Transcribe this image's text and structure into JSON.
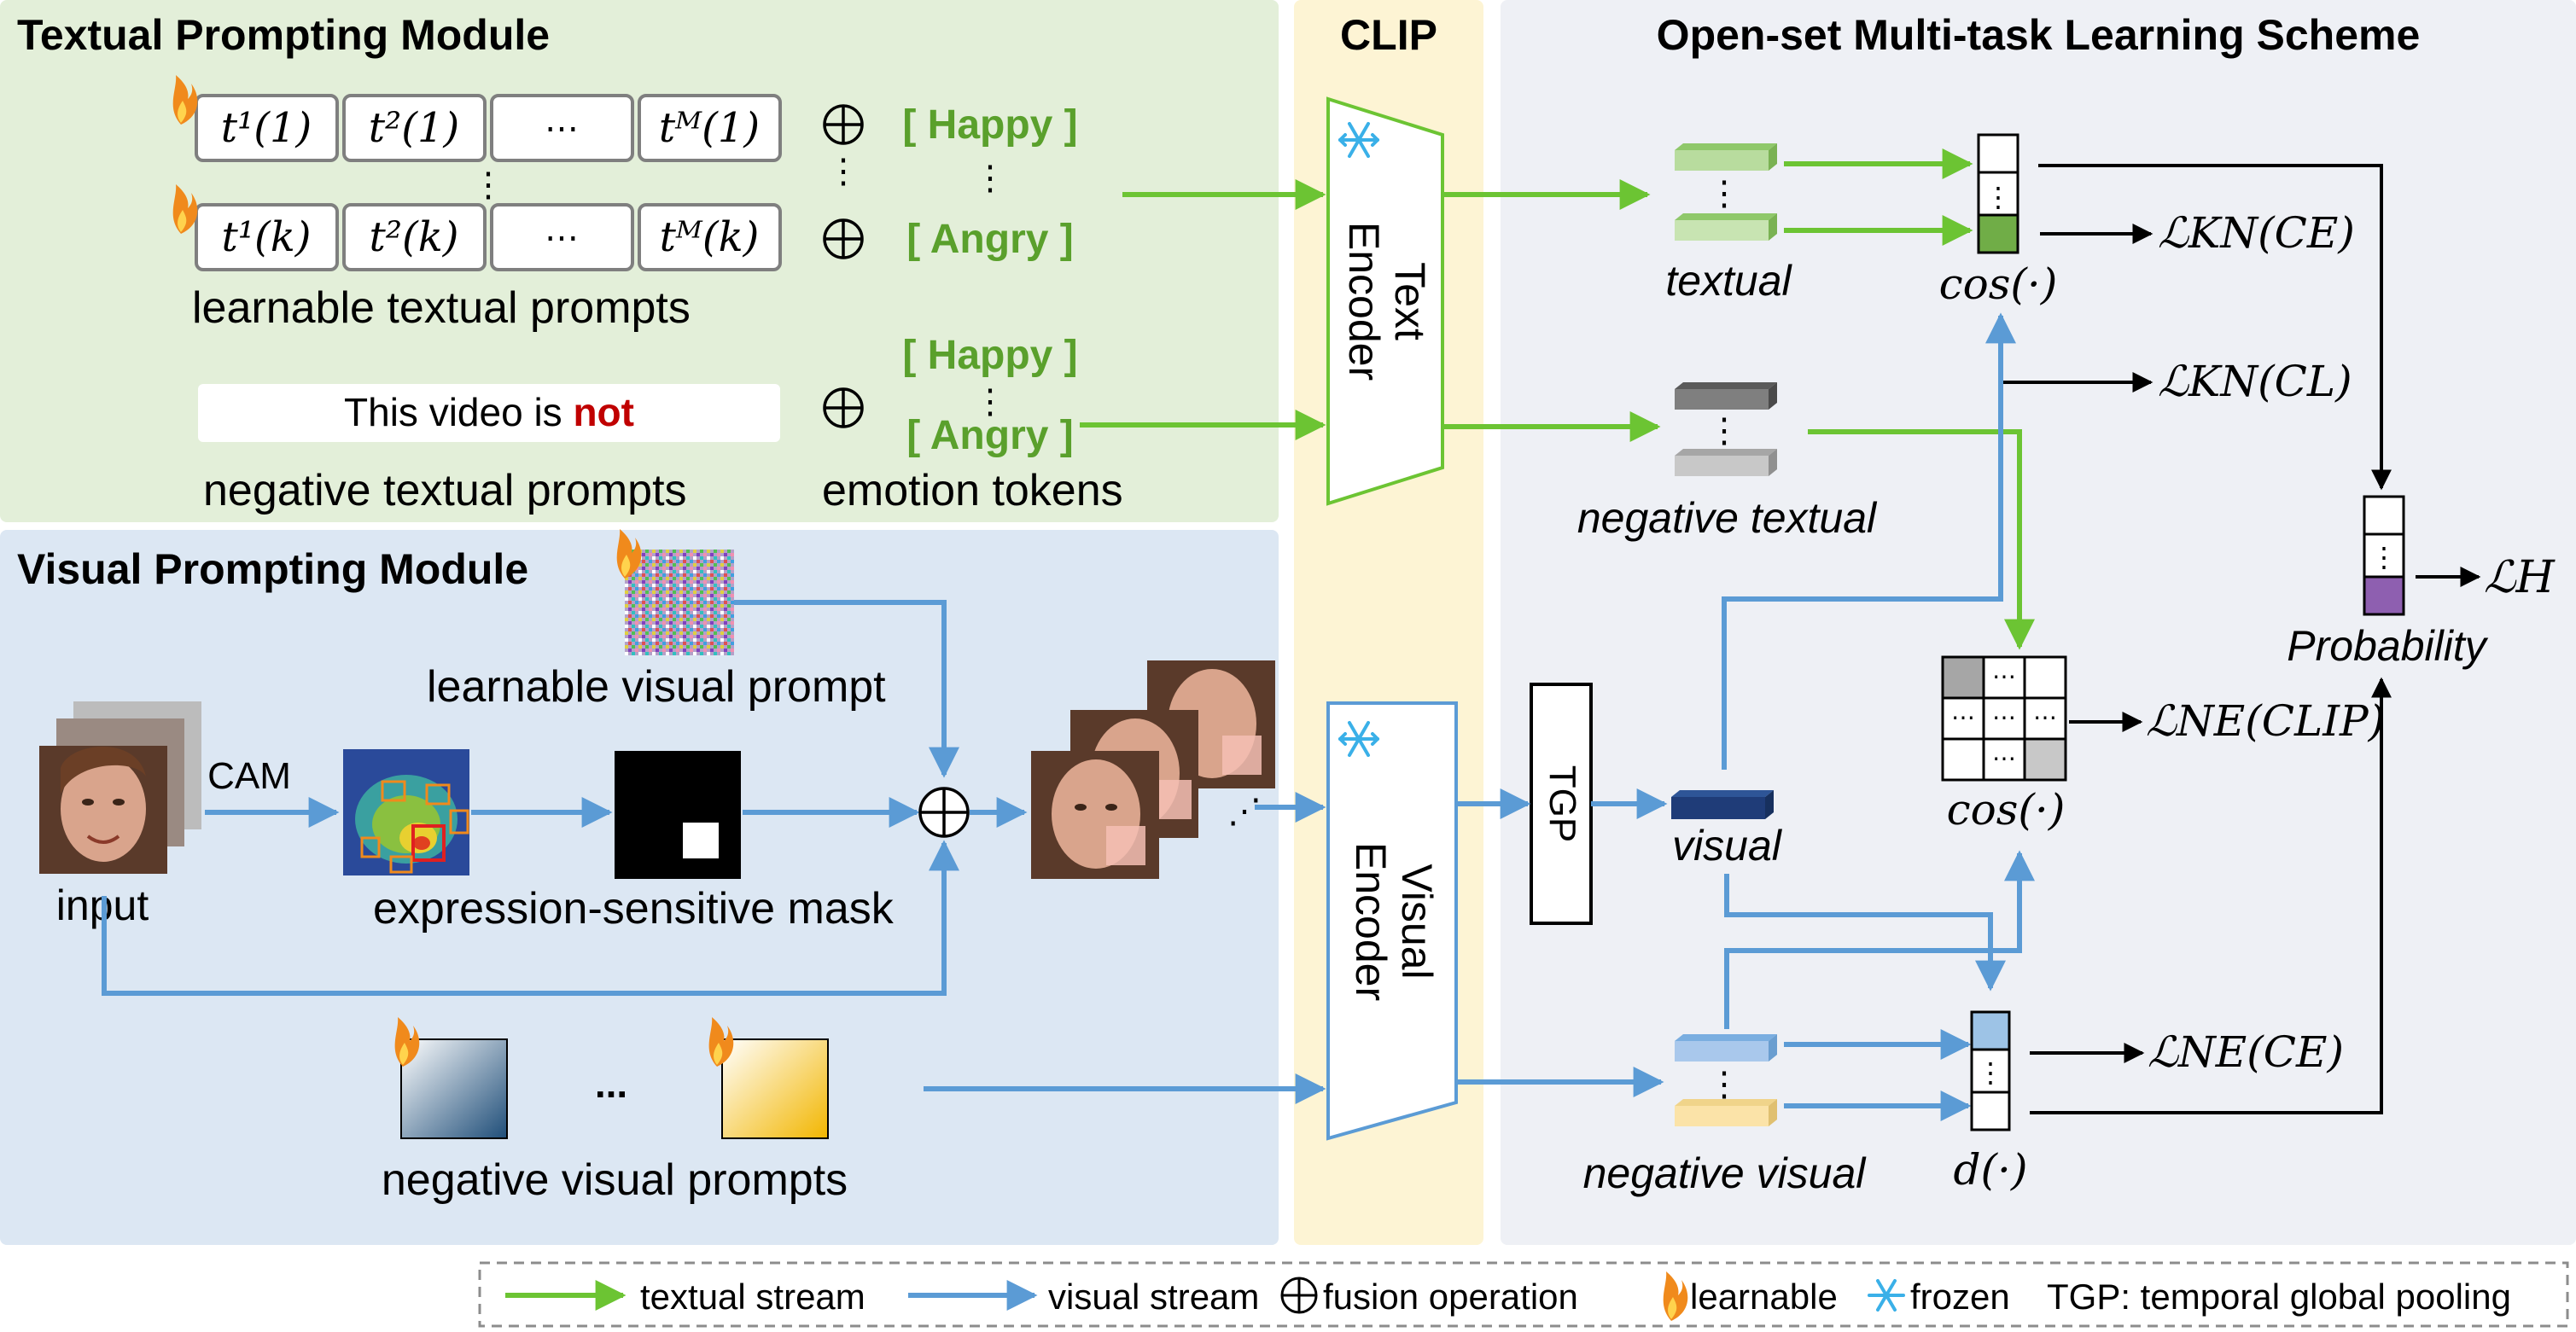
{
  "textual_module": {
    "title": "Textual Prompting Module",
    "prompt_row1": [
      "t¹(1)",
      "t²(1)",
      "⋯",
      "tᴹ(1)"
    ],
    "prompt_row2": [
      "t¹(k)",
      "t²(k)",
      "⋯",
      "tᴹ(k)"
    ],
    "learnable_caption": "learnable textual prompts",
    "negative_sentence_prefix": "This video is ",
    "negative_word": "not",
    "negative_caption": "negative textual prompts",
    "emotion_tokens": [
      "[ Happy ]",
      "[ Angry ]",
      "[ Happy ]",
      "[ Angry ]"
    ],
    "emotion_caption": "emotion tokens",
    "vdots": "⋮"
  },
  "clip": {
    "title": "CLIP",
    "text_encoder": [
      "Text",
      "Encoder"
    ],
    "visual_encoder": [
      "Visual",
      "Encoder"
    ]
  },
  "scheme": {
    "title": "Open-set Multi-task Learning Scheme",
    "textual_label": "textual",
    "negative_textual_label": "negative textual",
    "visual_label": "visual",
    "negative_visual_label": "negative visual",
    "tgp": "TGP",
    "cos1": "cos(·)",
    "cos2": "cos(·)",
    "d": "d(·)",
    "probability": "Probability",
    "losses": [
      "ℒKN(CE)",
      "ℒKN(CL)",
      "ℒNE(CLIP)",
      "ℒNE(CE)",
      "ℒH"
    ]
  },
  "visual_module": {
    "title": "Visual Prompting Module",
    "learnable_visual_prompt": "learnable visual prompt",
    "input": "input",
    "cam": "CAM",
    "mask_caption": "expression-sensitive mask",
    "negative_visual_caption": "negative visual prompts",
    "ellipsis": "..."
  },
  "legend": {
    "textual_stream": "textual stream",
    "visual_stream": "visual stream",
    "fusion": "fusion operation",
    "learnable": "learnable",
    "frozen": "frozen",
    "tgp": "TGP: temporal global pooling"
  },
  "colors": {
    "textual_bg": "#e3efd9",
    "visual_bg": "#dce7f3",
    "clip_bg": "#fdf4d4",
    "scheme_bg": "#eef0f5",
    "green_arrow": "#6cc433",
    "blue_arrow": "#5b9bd5",
    "emotion_green": "#5aa02c",
    "not_red": "#c00000",
    "prob_purple": "#8e5fb0"
  }
}
